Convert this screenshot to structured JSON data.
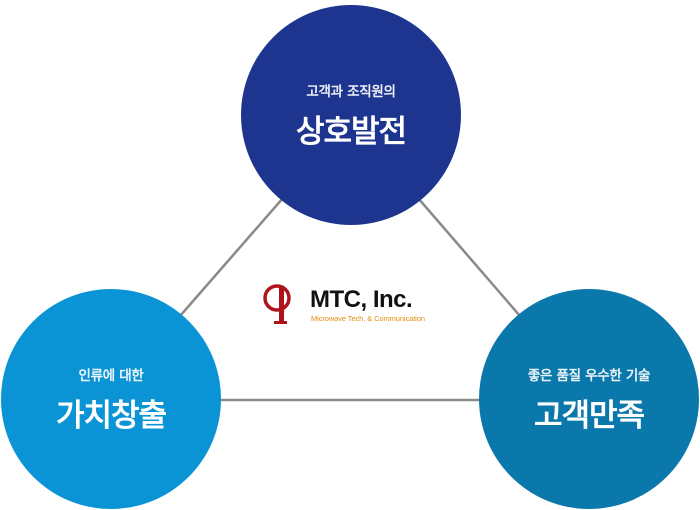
{
  "diagram": {
    "top": {
      "subtitle": "고객과 조직원의",
      "title": "상호발전",
      "color": "#1e3590"
    },
    "left": {
      "subtitle": "인류에 대한",
      "title": "가치창출",
      "color": "#0a94d6"
    },
    "right": {
      "subtitle": "좋은 품질 우수한 기술",
      "title": "고객만족",
      "color": "#0a78ab"
    },
    "connector_color": "#8a8a8a"
  },
  "logo": {
    "name": "MTC, Inc.",
    "tagline": "Microwave Tech. & Communication",
    "mark_color": "#b0121b",
    "tagline_color": "#e58e12",
    "icon": "mtc-logo-icon"
  }
}
